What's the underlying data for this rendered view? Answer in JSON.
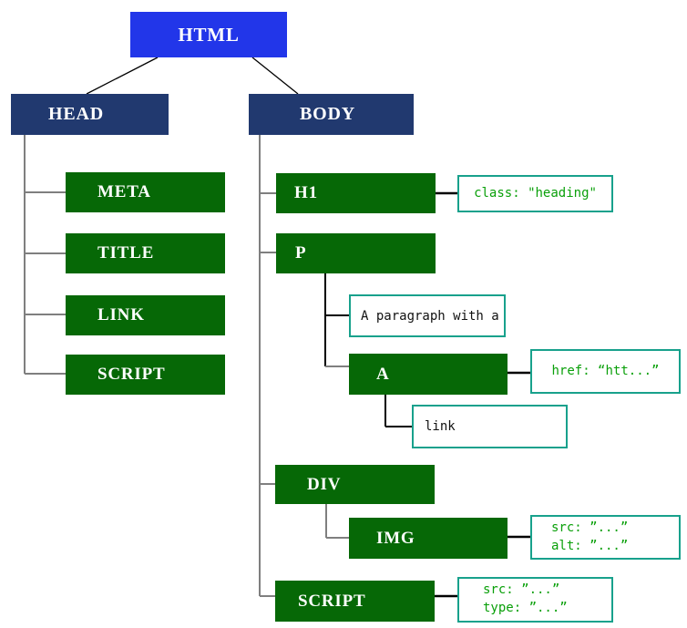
{
  "diagram": {
    "type": "dom-tree",
    "description": "HTML document element tree with attribute annotations",
    "nodes": {
      "html": "HTML",
      "head": "HEAD",
      "body": "BODY",
      "meta": "META",
      "title": "TITLE",
      "link": "LINK",
      "script_head": "SCRIPT",
      "h1": "H1",
      "p": "P",
      "a": "A",
      "div": "DIV",
      "img": "IMG",
      "script_body": "SCRIPT"
    },
    "text_nodes": {
      "paragraph": "A paragraph with a",
      "link": "link"
    },
    "annotations": {
      "h1": "class: \"heading\"",
      "a": "href: “htt...”",
      "img": {
        "line1": "src: ”...”",
        "line2": "alt: ”...”"
      },
      "script": {
        "line1": "src: ”...”",
        "line2": "type: ”...”"
      }
    },
    "colors": {
      "root_fill": "#2236e9",
      "branch_fill": "#21396f",
      "element_fill": "#066806",
      "node_text": "#ffffff",
      "annotation_border": "#18a18c",
      "annotation_text": "#0aa00a",
      "text_node_text": "#111111",
      "connector_gray": "#7f7f7f",
      "connector_black": "#000000"
    }
  }
}
